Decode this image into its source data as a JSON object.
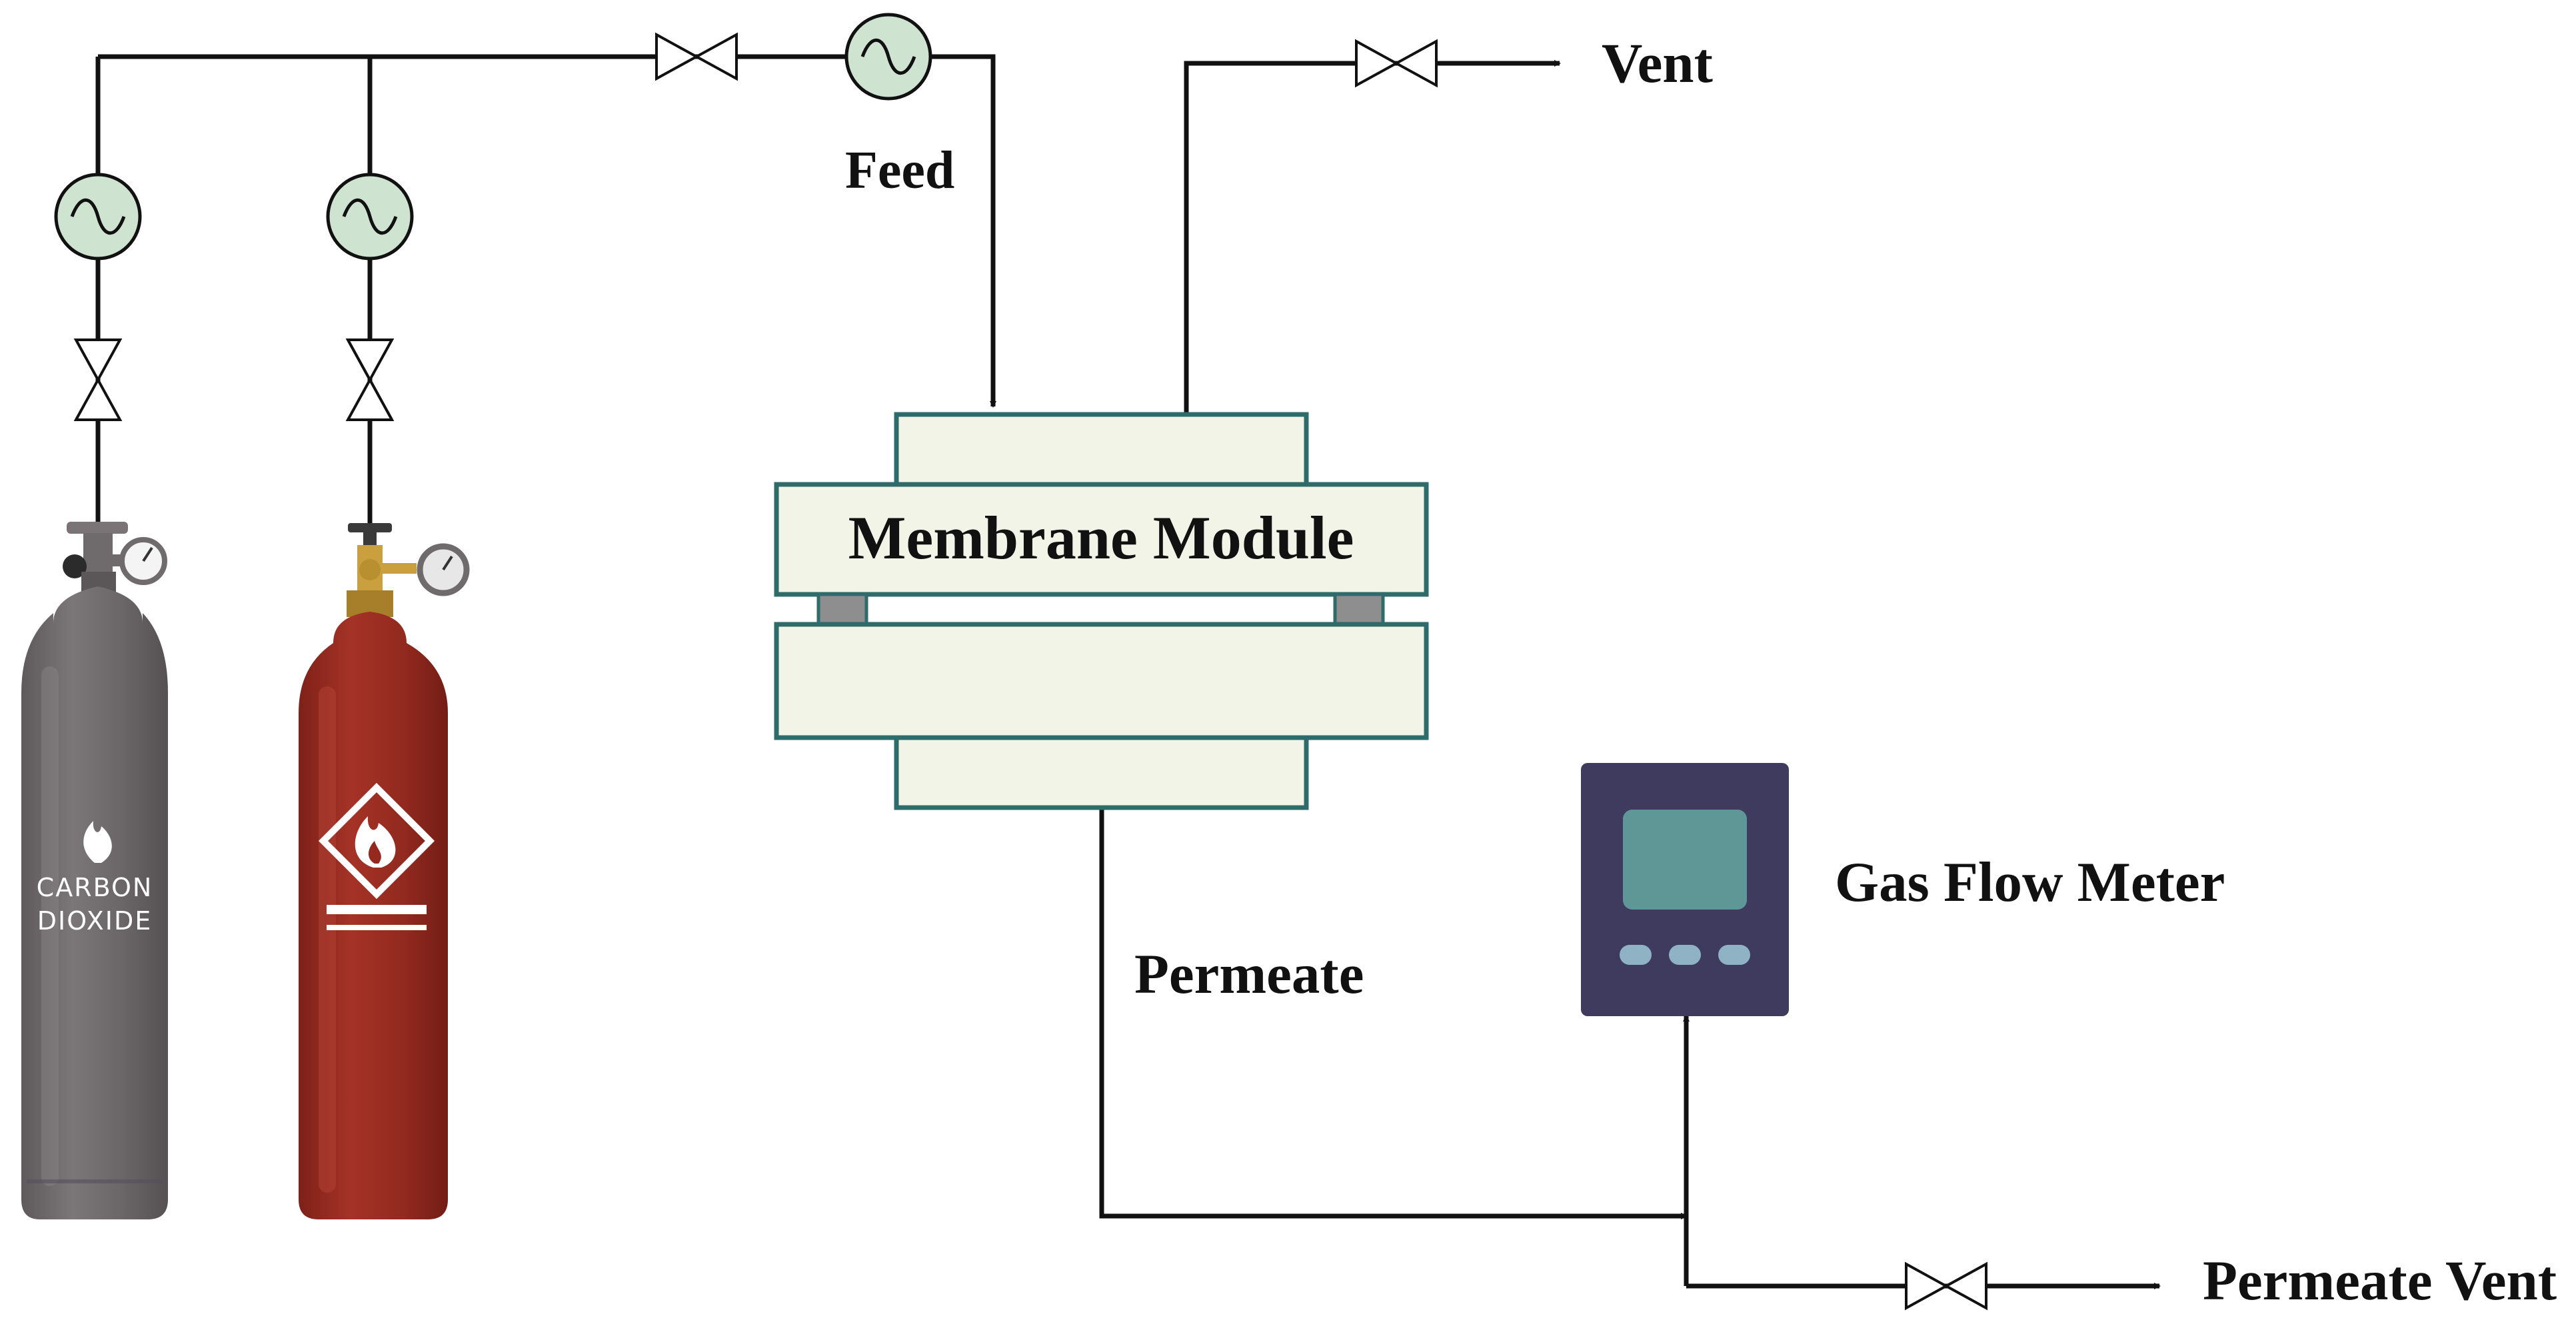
{
  "labels": {
    "feed": "Feed",
    "vent": "Vent",
    "membrane_module": "Membrane Module",
    "permeate": "Permeate",
    "gas_flow_meter": "Gas Flow Meter",
    "permeate_vent": "Permeate Vent"
  },
  "cylinders": {
    "co2_line1": "CARBON",
    "co2_line2": "DIOXIDE"
  },
  "colors": {
    "line": "#111111",
    "flow_controller_fill": "#cfe3d1",
    "module_border": "#2e6b6b",
    "module_fill": "#f2f4e8",
    "module_spacer": "#8e8e8e",
    "co2_cylinder": "#6c6769",
    "red_cylinder": "#96291f",
    "meter_body": "#3e3b5e",
    "meter_screen": "#5f9696",
    "meter_buttons": "#8fb3c4"
  }
}
